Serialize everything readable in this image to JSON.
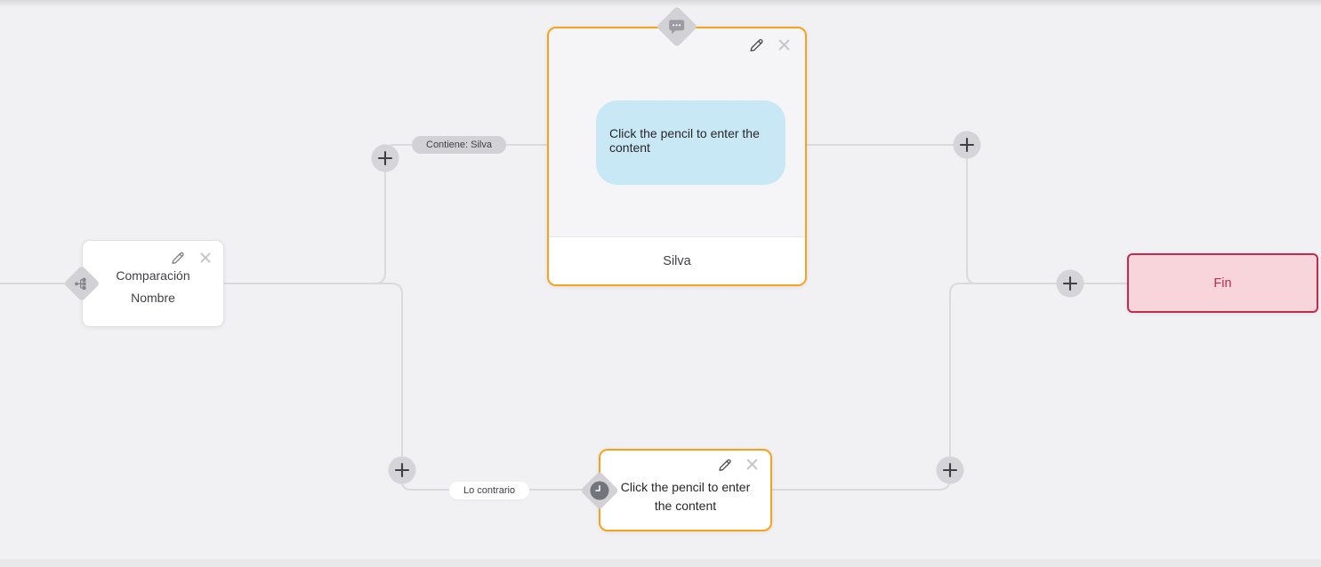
{
  "flow": {
    "comparison_node": {
      "line1": "Comparación",
      "line2": "Nombre"
    },
    "message_node": {
      "bubble": "Click the pencil to enter the content",
      "footer": "Silva"
    },
    "fallback_node": {
      "text": "Click the pencil to enter the content"
    },
    "end_node": {
      "label": "Fin"
    },
    "edge_labels": {
      "match": "Contiene: Silva",
      "otherwise": "Lo contrario"
    }
  },
  "colors": {
    "accent": "#f8a11d",
    "end_border": "#c22b4d",
    "end_bg": "#f7d5db",
    "bubble": "#c9e8f6",
    "line": "#dadade"
  }
}
